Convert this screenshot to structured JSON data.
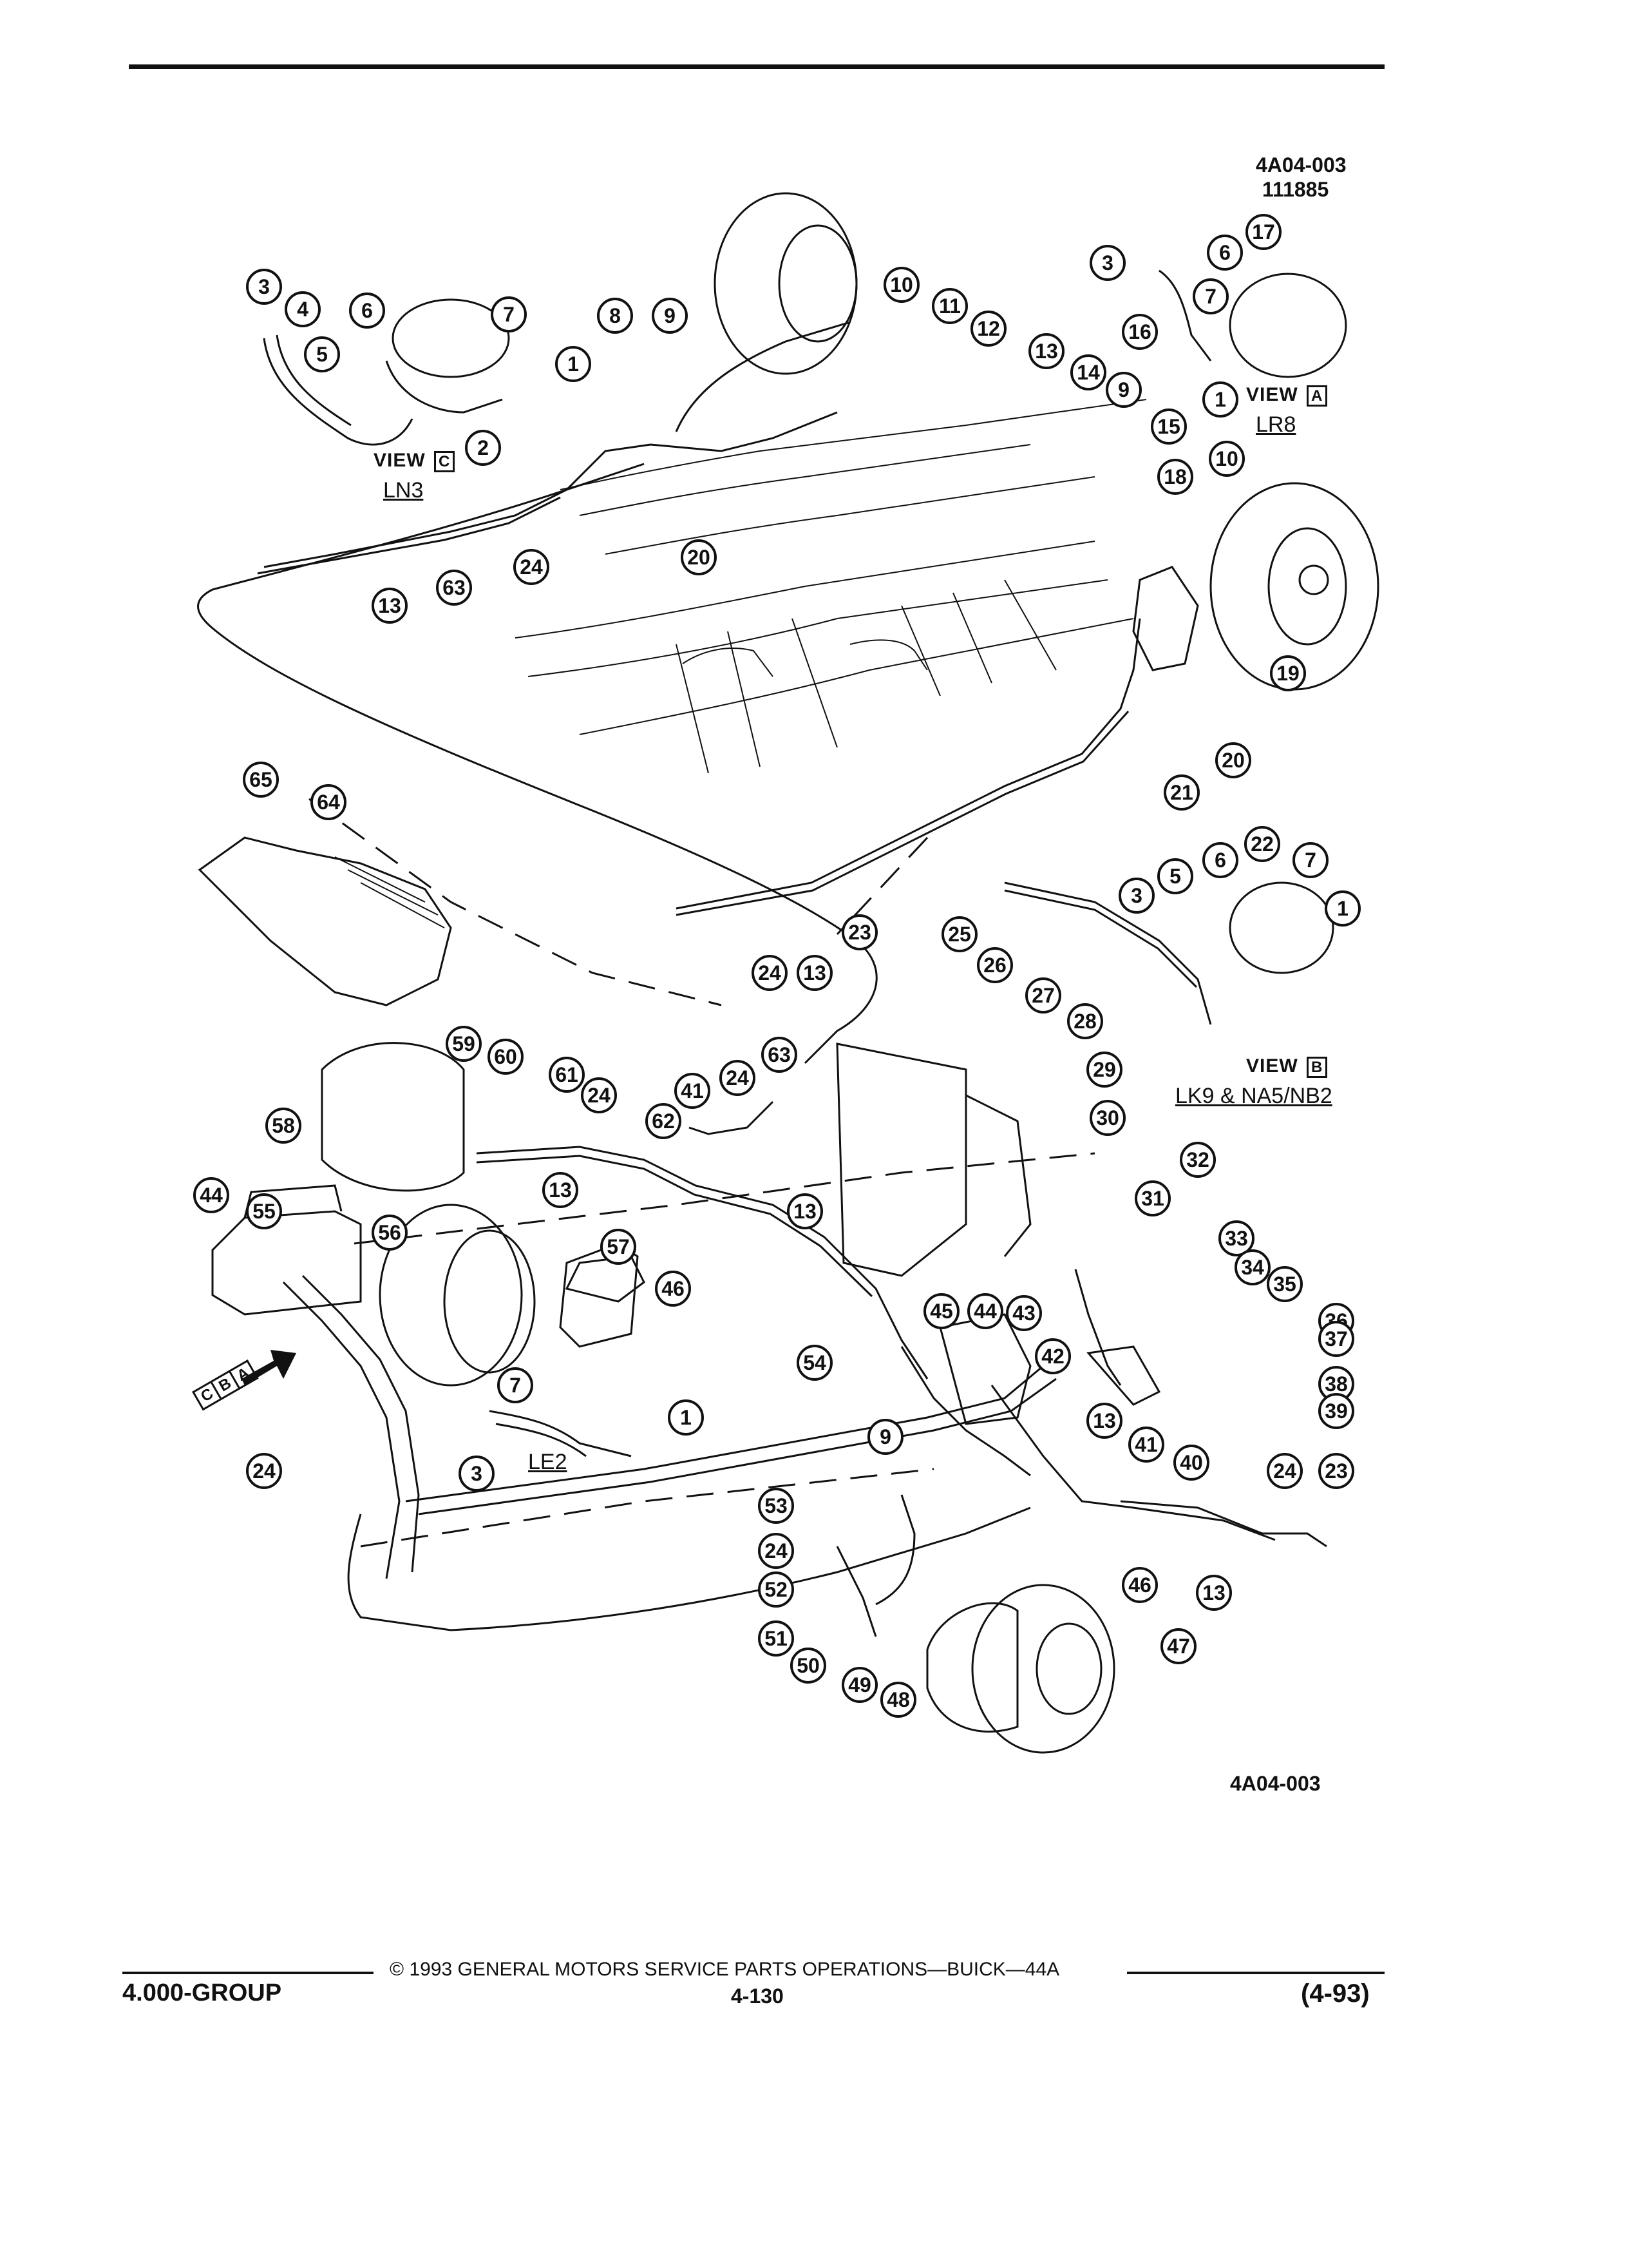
{
  "header": {
    "figure_code": "4A04-003",
    "figure_date": "111885"
  },
  "views": {
    "view_a": {
      "label": "VIEW",
      "letter": "A",
      "code": "LR8"
    },
    "view_b": {
      "label": "VIEW",
      "letter": "B",
      "code": "LK9 & NA5/NB2"
    },
    "view_c": {
      "label": "VIEW",
      "letter": "C",
      "code": "LN3"
    },
    "view_le2": {
      "code": "LE2"
    },
    "arrow_tags": [
      "C",
      "B",
      "A"
    ]
  },
  "figure_code_bottom": "4A04-003",
  "callouts": [
    "3",
    "4",
    "6",
    "7",
    "8",
    "9",
    "10",
    "11",
    "12",
    "13",
    "14",
    "9",
    "15",
    "5",
    "1",
    "2",
    "17",
    "6",
    "3",
    "7",
    "16",
    "1",
    "10",
    "18",
    "20",
    "24",
    "63",
    "13",
    "19",
    "20",
    "21",
    "65",
    "64",
    "22",
    "6",
    "5",
    "7",
    "3",
    "1",
    "25",
    "23",
    "24",
    "13",
    "26",
    "27",
    "28",
    "59",
    "60",
    "61",
    "24",
    "63",
    "24",
    "41",
    "62",
    "29",
    "30",
    "58",
    "13",
    "32",
    "31",
    "44",
    "55",
    "56",
    "57",
    "13",
    "33",
    "34",
    "35",
    "46",
    "45",
    "44",
    "43",
    "36",
    "37",
    "54",
    "42",
    "38",
    "39",
    "7",
    "1",
    "3",
    "24",
    "9",
    "13",
    "41",
    "40",
    "24",
    "23",
    "53",
    "24",
    "52",
    "46",
    "13",
    "51",
    "50",
    "49",
    "48",
    "47"
  ],
  "footer": {
    "copyright": "© 1993 GENERAL MOTORS SERVICE PARTS OPERATIONS—BUICK—44A",
    "group": "4.000-GROUP",
    "page": "4-130",
    "date": "(4-93)"
  }
}
